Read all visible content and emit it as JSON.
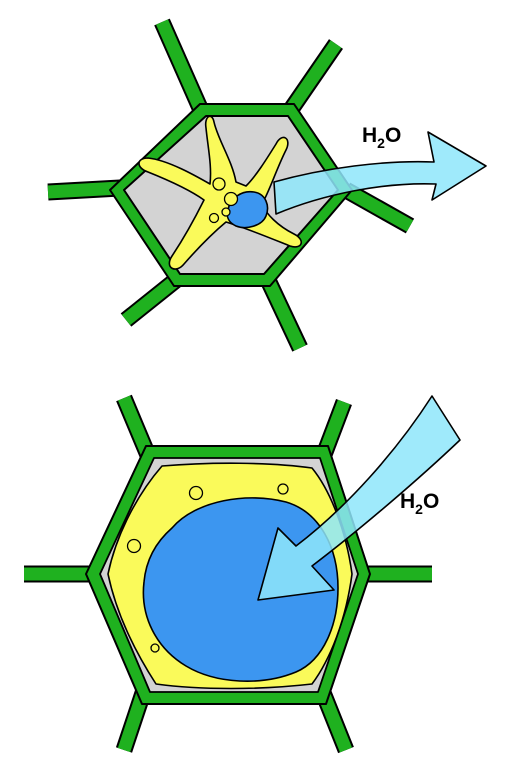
{
  "colors": {
    "wall": "#1fb11f",
    "membrane_gray": "#d3d3d3",
    "cytoplasm": "#fafa5a",
    "vacuole": "#3c96f0",
    "arrow": "#8ee6fa",
    "outline": "#000000"
  },
  "top_cell": {
    "label": {
      "main": "H",
      "sub": "2",
      "tail": "O"
    }
  },
  "bottom_cell": {
    "label": {
      "main": "H",
      "sub": "2",
      "tail": "O"
    }
  }
}
